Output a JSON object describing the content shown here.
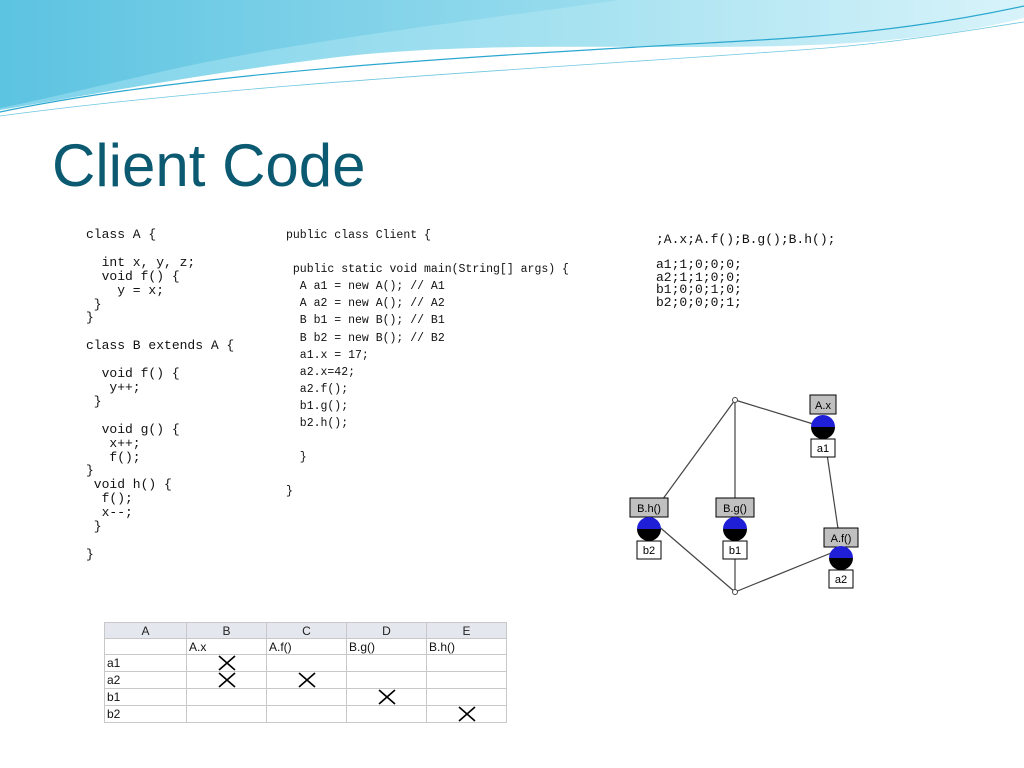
{
  "slide": {
    "title": "Client Code"
  },
  "code_left": "class A {\n\n  int x, y, z;\n  void f() {\n    y = x;\n }\n}\n\nclass B extends A {\n\n  void f() {\n   y++;\n }\n\n  void g() {\n   x++;\n   f();\n}\n void h() {\n  f();\n  x--;\n }\n\n}",
  "code_mid": "public class Client {\n\n public static void main(String[] args) {\n  A a1 = new A(); // A1\n  A a2 = new A(); // A2\n  B b1 = new B(); // B1\n  B b2 = new B(); // B2\n  a1.x = 17;\n  a2.x=42;\n  a2.f();\n  b1.g();\n  b2.h();\n\n  }\n\n}",
  "code_right": ";A.x;A.f();B.g();B.h();\n\na1;1;0;0;0;\na2;1;1;0;0;\nb1;0;0;1;0;\nb2;0;0;0;1;",
  "lattice": {
    "concepts": [
      {
        "id": "Ax",
        "label": "A.x",
        "object": "a1"
      },
      {
        "id": "Bh",
        "label": "B.h()",
        "object": "b2"
      },
      {
        "id": "Bg",
        "label": "B.g()",
        "object": "b1"
      },
      {
        "id": "Af",
        "label": "A.f()",
        "object": "a2"
      }
    ],
    "colors": {
      "top": "#1f1fd8",
      "bottom": "#000000",
      "box": "#c0c0c0"
    }
  },
  "table": {
    "columns": [
      "A",
      "B",
      "C",
      "D",
      "E"
    ],
    "header_row": [
      "",
      "A.x",
      "A.f()",
      "B.g()",
      "B.h()"
    ],
    "rows": [
      {
        "label": "a1",
        "marks": [
          true,
          false,
          false,
          false
        ]
      },
      {
        "label": "a2",
        "marks": [
          true,
          true,
          false,
          false
        ]
      },
      {
        "label": "b1",
        "marks": [
          false,
          false,
          true,
          false
        ]
      },
      {
        "label": "b2",
        "marks": [
          false,
          false,
          false,
          true
        ]
      }
    ]
  }
}
